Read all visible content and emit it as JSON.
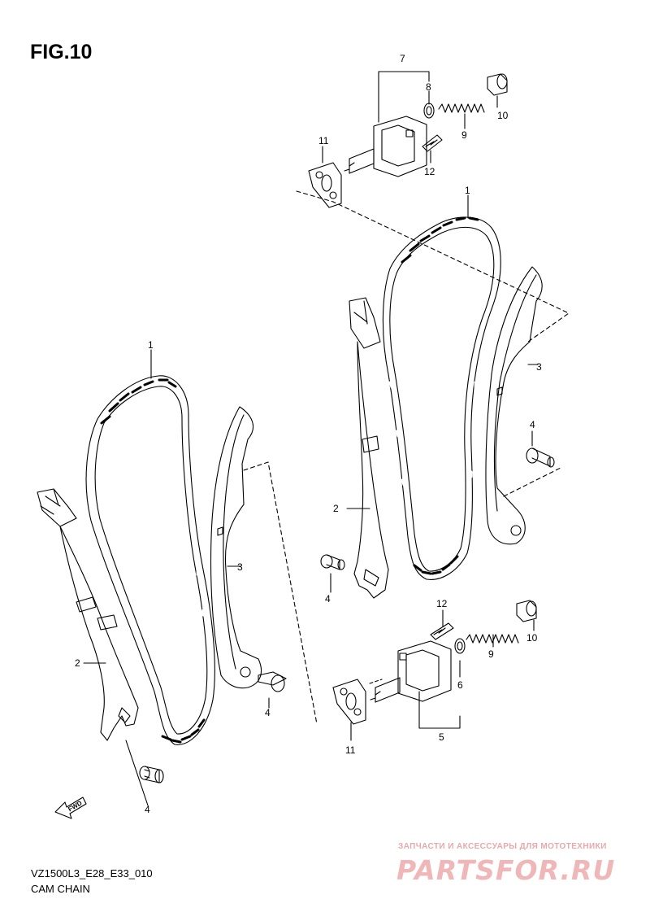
{
  "figure": {
    "title": "FIG.10",
    "code": "VZ1500L3_E28_E33_010",
    "name": "CAM CHAIN"
  },
  "fwd_label": "FWD",
  "callouts": [
    {
      "id": "c1a",
      "text": "1"
    },
    {
      "id": "c1b",
      "text": "1"
    },
    {
      "id": "c2a",
      "text": "2"
    },
    {
      "id": "c2b",
      "text": "2"
    },
    {
      "id": "c3a",
      "text": "3"
    },
    {
      "id": "c3b",
      "text": "3"
    },
    {
      "id": "c4a",
      "text": "4"
    },
    {
      "id": "c4b",
      "text": "4"
    },
    {
      "id": "c4c",
      "text": "4"
    },
    {
      "id": "c4d",
      "text": "4"
    },
    {
      "id": "c5",
      "text": "5"
    },
    {
      "id": "c6",
      "text": "6"
    },
    {
      "id": "c7",
      "text": "7"
    },
    {
      "id": "c8",
      "text": "8"
    },
    {
      "id": "c9a",
      "text": "9"
    },
    {
      "id": "c9b",
      "text": "9"
    },
    {
      "id": "c10a",
      "text": "10"
    },
    {
      "id": "c10b",
      "text": "10"
    },
    {
      "id": "c11a",
      "text": "11"
    },
    {
      "id": "c11b",
      "text": "11"
    },
    {
      "id": "c12a",
      "text": "12"
    },
    {
      "id": "c12b",
      "text": "12"
    }
  ],
  "watermark": {
    "caption": "ЗАПЧАСТИ И АКСЕССУАРЫ ДЛЯ МОТОТЕХНИКИ",
    "logo": "PARTSFOR.RU",
    "color": "#f0b7b8"
  }
}
